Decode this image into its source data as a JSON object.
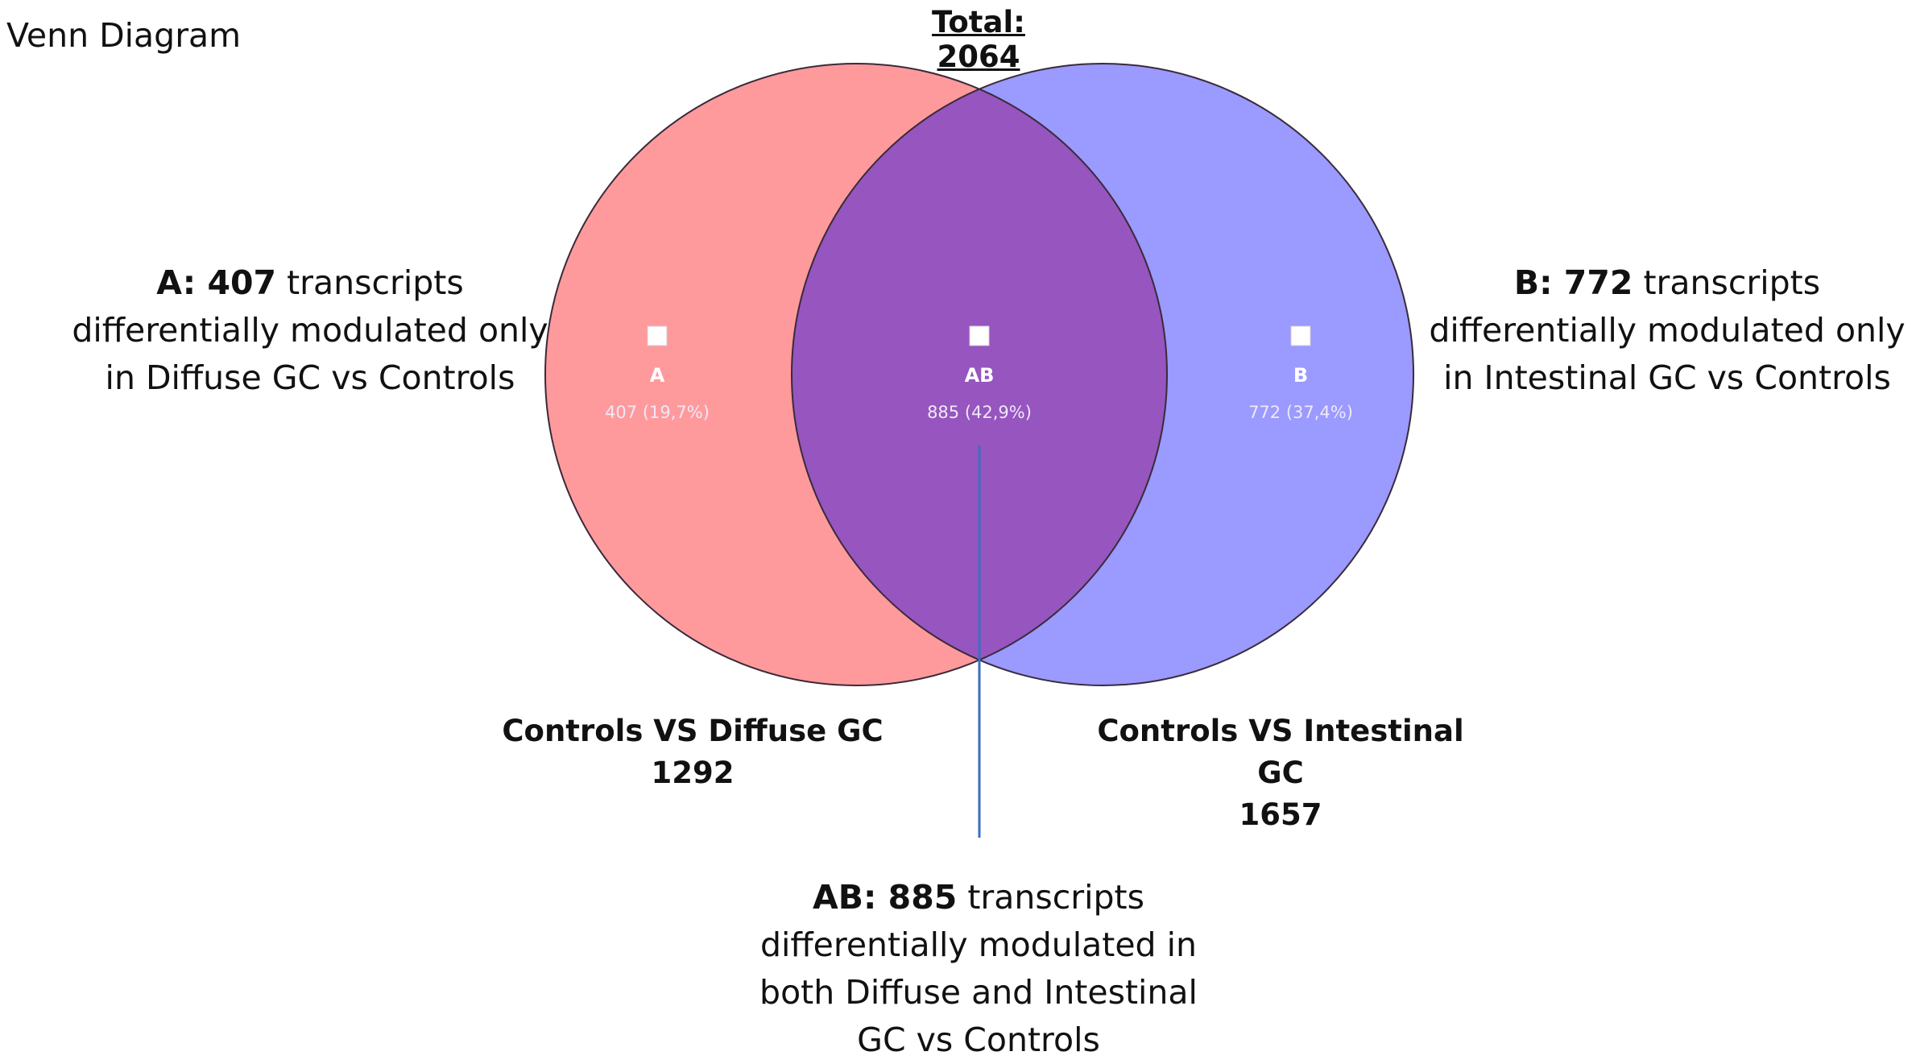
{
  "title": "Venn Diagram",
  "total_label": "Total: 2064",
  "colors": {
    "set_a_fill": "#fe9a9c",
    "set_b_fill": "#9a9aff",
    "intersection_fill": "#9655bf",
    "outline": "#3a2a3a",
    "connector": "#3b6fc0"
  },
  "sets": [
    {
      "id": "A",
      "name_line1": "Controls VS Diffuse GC",
      "name_line2": "1292",
      "letter": "A",
      "count_text": "407 (19,7%)",
      "desc_bold": "A: 407",
      "desc_rest1": " transcripts",
      "desc_line2": "differentially modulated only",
      "desc_line3": "in Diffuse GC vs Controls"
    },
    {
      "id": "B",
      "name_line1": "Controls VS Intestinal GC",
      "name_line2": "1657",
      "letter": "B",
      "count_text": "772 (37,4%)",
      "desc_bold": "B: 772",
      "desc_rest1": " transcripts",
      "desc_line2": "differentially modulated only",
      "desc_line3": "in Intestinal GC vs Controls"
    }
  ],
  "intersection": {
    "letter": "AB",
    "count_text": "885 (42,9%)",
    "desc_bold": "AB: 885",
    "desc_rest1": " transcripts",
    "desc_line2": "differentially modulated in",
    "desc_line3": "both Diffuse and Intestinal",
    "desc_line4": "GC vs Controls"
  }
}
